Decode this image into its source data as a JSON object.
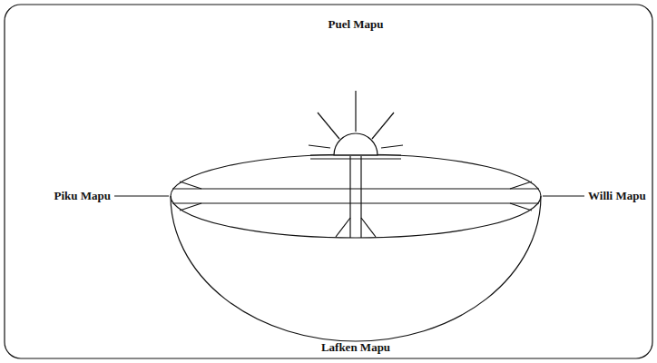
{
  "diagram": {
    "labels": [
      "Puel Mapu",
      "Piku Mapu",
      "Willi Mapu",
      "Lafken Mapu"
    ]
  }
}
